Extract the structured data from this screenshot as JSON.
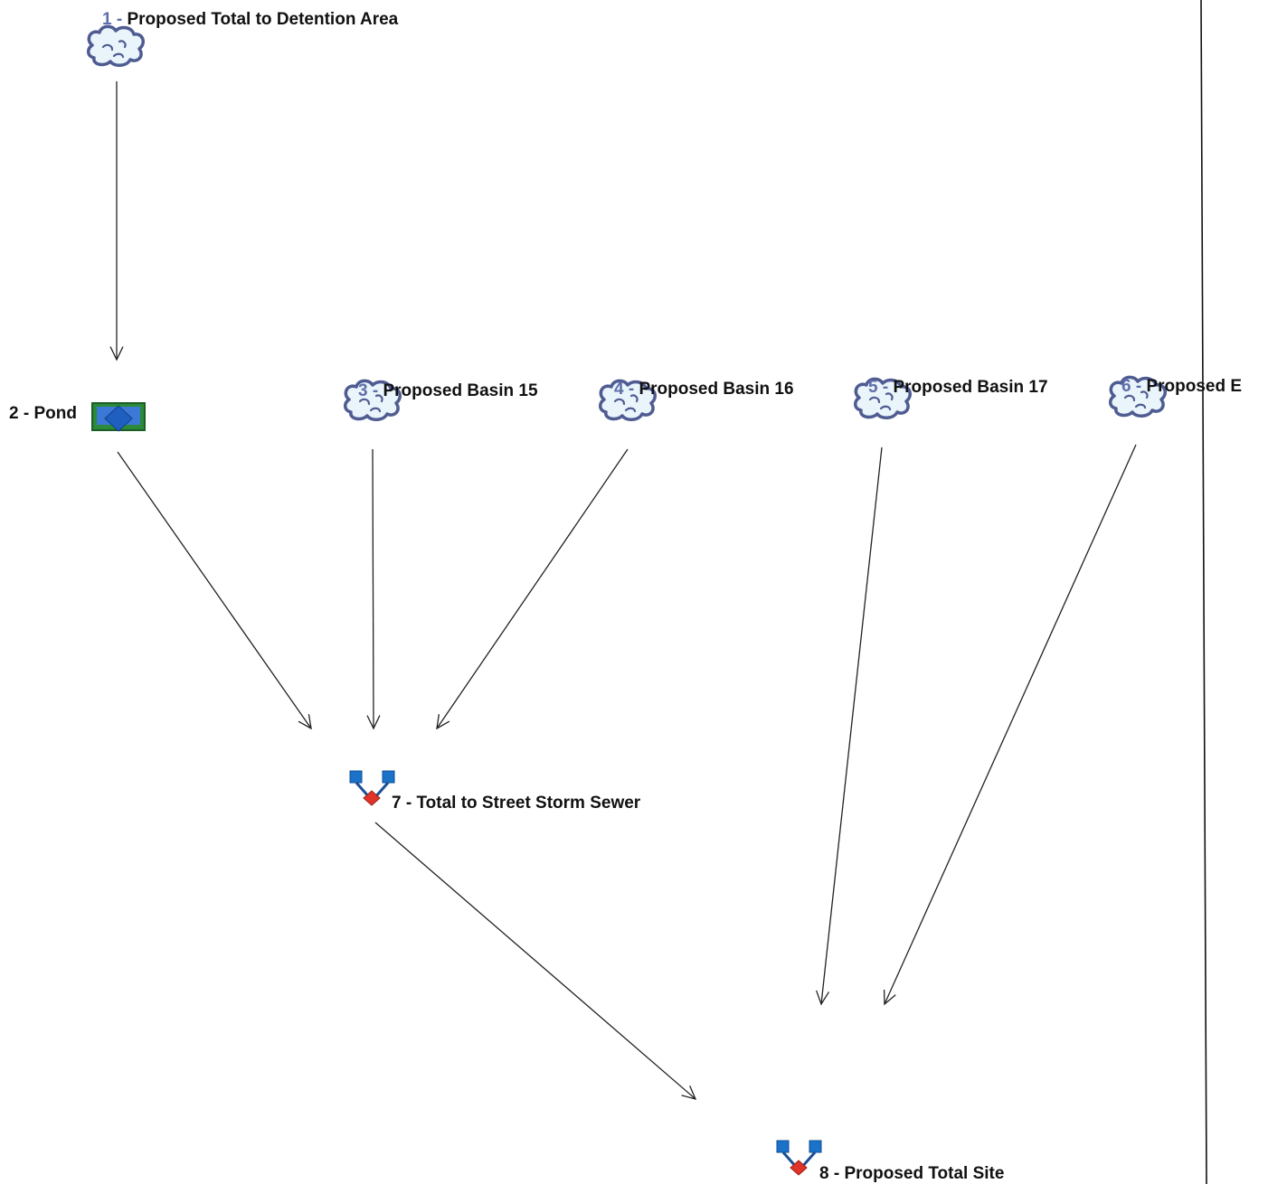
{
  "nodes": [
    {
      "id": 1,
      "num": "1 - ",
      "name": "Proposed Total to Detention Area",
      "kind": "subbasin",
      "icon": "cloud-icon"
    },
    {
      "id": 2,
      "num": "2 - ",
      "name": "Pond",
      "kind": "pond",
      "icon": "pond-icon"
    },
    {
      "id": 3,
      "num": "3 - ",
      "name": "Proposed Basin 15",
      "kind": "subbasin",
      "icon": "cloud-icon"
    },
    {
      "id": 4,
      "num": "4 - ",
      "name": "Proposed Basin 16",
      "kind": "subbasin",
      "icon": "cloud-icon"
    },
    {
      "id": 5,
      "num": "5 - ",
      "name": "Proposed Basin 17",
      "kind": "subbasin",
      "icon": "cloud-icon"
    },
    {
      "id": 6,
      "num": "6 - ",
      "name": "Proposed E",
      "kind": "subbasin",
      "icon": "cloud-icon"
    },
    {
      "id": 7,
      "num": "7 - ",
      "name": "Total to Street Storm Sewer",
      "kind": "junction",
      "icon": "junction-icon"
    },
    {
      "id": 8,
      "num": "8 - ",
      "name": "Proposed Total Site",
      "kind": "junction",
      "icon": "junction-icon"
    }
  ],
  "edges": [
    {
      "from": 1,
      "to": 2
    },
    {
      "from": 2,
      "to": 7
    },
    {
      "from": 3,
      "to": 7
    },
    {
      "from": 4,
      "to": 7
    },
    {
      "from": 5,
      "to": 8
    },
    {
      "from": 6,
      "to": 8
    },
    {
      "from": 7,
      "to": 8
    }
  ],
  "colors": {
    "cloud_stroke": "#4f5c92",
    "cloud_fill": "#eaf4fb",
    "node_number": "#5f6ea8",
    "junction_box": "#1b72c9",
    "junction_node": "#e0342a",
    "pond_frame": "#2c8a3a",
    "pond_water": "#1f5fbf"
  }
}
